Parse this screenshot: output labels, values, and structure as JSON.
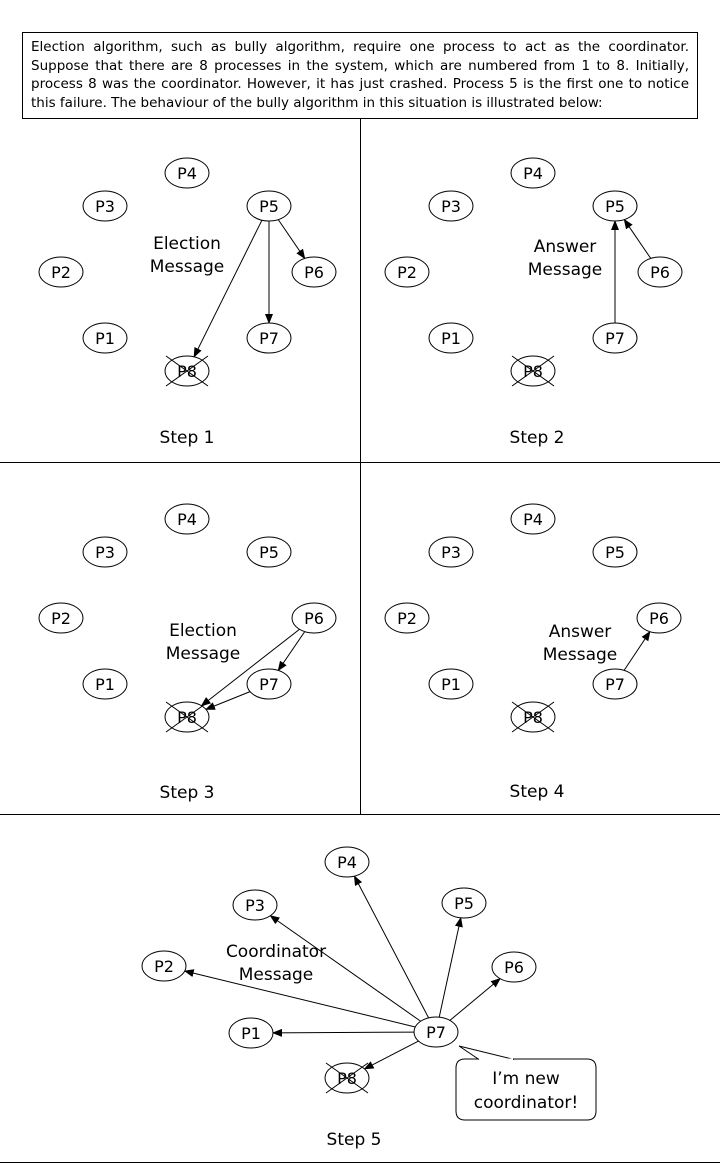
{
  "intro": {
    "text": "Election algorithm, such as bully algorithm, require one process to act as the coordinator. Suppose that there are 8 processes in the system, which are numbered from 1 to 8. Initially, process 8 was the coordinator. However, it has just crashed. Process 5 is the first one to notice this failure. The behaviour of the bully algorithm in this situation is illustrated below:"
  },
  "processes": [
    "P1",
    "P2",
    "P3",
    "P4",
    "P5",
    "P6",
    "P7",
    "P8"
  ],
  "steps": [
    {
      "id": "step1",
      "label": "Step 1",
      "message": [
        "Election",
        "Message"
      ]
    },
    {
      "id": "step2",
      "label": "Step 2",
      "message": [
        "Answer",
        "Message"
      ]
    },
    {
      "id": "step3",
      "label": "Step 3",
      "message": [
        "Election",
        "Message"
      ]
    },
    {
      "id": "step4",
      "label": "Step 4",
      "message": [
        "Answer",
        "Message"
      ]
    },
    {
      "id": "step5",
      "label": "Step 5",
      "message": [
        "Coordinator",
        "Message"
      ]
    }
  ],
  "speech_bubble": {
    "lines": [
      "I’m new",
      "coordinator!"
    ]
  }
}
